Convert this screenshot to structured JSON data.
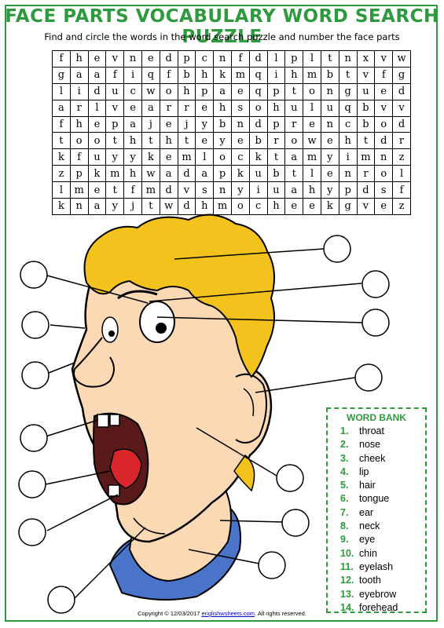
{
  "title": "FACE PARTS VOCABULARY WORD SEARCH PUZZLE",
  "subtitle": "Find and circle the words in the word search puzzle and number the face parts",
  "grid": [
    [
      "f",
      "h",
      "e",
      "v",
      "n",
      "e",
      "d",
      "p",
      "c",
      "n",
      "f",
      "d",
      "l",
      "p",
      "l",
      "t",
      "n",
      "x",
      "v",
      "w"
    ],
    [
      "g",
      "a",
      "a",
      "f",
      "i",
      "q",
      "f",
      "b",
      "h",
      "k",
      "m",
      "q",
      "i",
      "h",
      "m",
      "b",
      "t",
      "v",
      "f",
      "g"
    ],
    [
      "l",
      "i",
      "d",
      "u",
      "c",
      "w",
      "o",
      "h",
      "p",
      "a",
      "e",
      "q",
      "p",
      "t",
      "o",
      "n",
      "g",
      "u",
      "e",
      "d"
    ],
    [
      "a",
      "r",
      "l",
      "v",
      "e",
      "a",
      "r",
      "r",
      "e",
      "h",
      "s",
      "o",
      "h",
      "u",
      "l",
      "u",
      "q",
      "b",
      "v",
      "v"
    ],
    [
      "f",
      "h",
      "e",
      "p",
      "a",
      "j",
      "e",
      "j",
      "y",
      "b",
      "n",
      "d",
      "p",
      "r",
      "e",
      "n",
      "c",
      "b",
      "o",
      "d"
    ],
    [
      "t",
      "o",
      "o",
      "t",
      "h",
      "t",
      "h",
      "t",
      "e",
      "y",
      "e",
      "b",
      "r",
      "o",
      "w",
      "e",
      "h",
      "t",
      "d",
      "r"
    ],
    [
      "k",
      "f",
      "u",
      "y",
      "y",
      "k",
      "e",
      "m",
      "l",
      "o",
      "c",
      "k",
      "t",
      "a",
      "m",
      "y",
      "i",
      "m",
      "n",
      "z"
    ],
    [
      "z",
      "p",
      "k",
      "m",
      "h",
      "w",
      "a",
      "d",
      "a",
      "p",
      "k",
      "u",
      "b",
      "t",
      "l",
      "e",
      "n",
      "r",
      "o",
      "l"
    ],
    [
      "l",
      "m",
      "e",
      "t",
      "f",
      "m",
      "d",
      "v",
      "s",
      "n",
      "y",
      "i",
      "u",
      "a",
      "h",
      "y",
      "p",
      "d",
      "s",
      "f"
    ],
    [
      "k",
      "n",
      "a",
      "y",
      "j",
      "t",
      "w",
      "d",
      "h",
      "m",
      "o",
      "c",
      "h",
      "e",
      "e",
      "k",
      "g",
      "v",
      "e",
      "z"
    ]
  ],
  "word_bank": {
    "title": "WORD BANK",
    "items": [
      {
        "num": "1.",
        "word": "throat"
      },
      {
        "num": "2.",
        "word": "nose"
      },
      {
        "num": "3.",
        "word": "cheek"
      },
      {
        "num": "4.",
        "word": "lip"
      },
      {
        "num": "5.",
        "word": "hair"
      },
      {
        "num": "6.",
        "word": "tongue"
      },
      {
        "num": "7.",
        "word": "ear"
      },
      {
        "num": "8.",
        "word": "neck"
      },
      {
        "num": "9.",
        "word": "eye"
      },
      {
        "num": "10.",
        "word": "chin"
      },
      {
        "num": "11.",
        "word": "eyelash"
      },
      {
        "num": "12.",
        "word": "tooth"
      },
      {
        "num": "13.",
        "word": "eyebrow"
      },
      {
        "num": "14.",
        "word": "forehead"
      }
    ]
  },
  "copyright": {
    "prefix": "Copyright © 12/03/2017",
    "link": "englishwsheets.com",
    "suffix": ". All rights reserved."
  },
  "colors": {
    "accent": "#2e9a3e",
    "hair": "#f4c21c",
    "skin": "#fbd9b5",
    "shirt": "#4a74c9",
    "mouth": "#d9262a"
  }
}
